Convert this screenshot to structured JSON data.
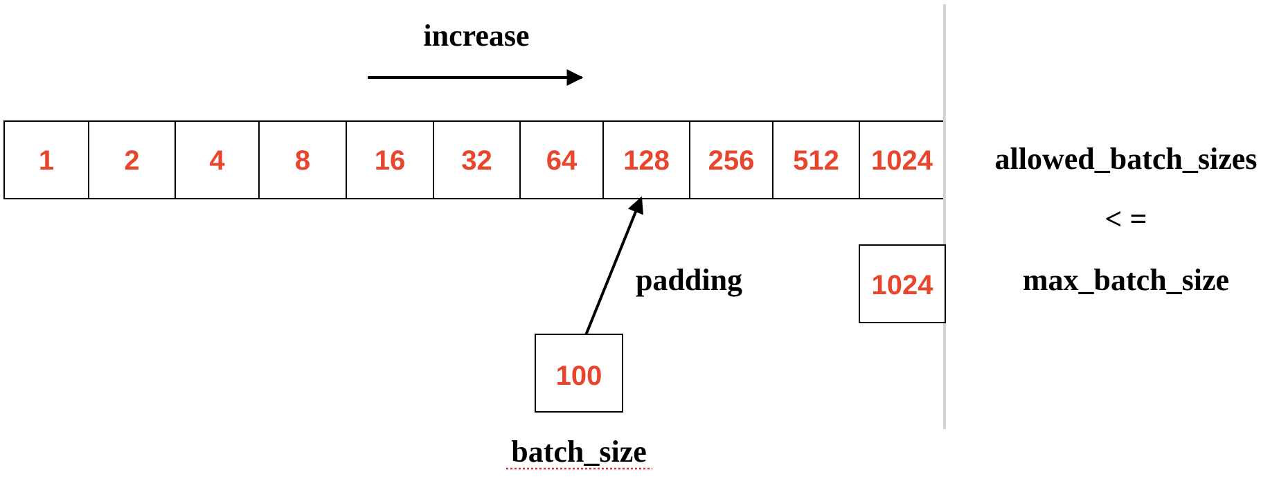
{
  "increase_label": "increase",
  "allowed_batch_sizes": {
    "values": [
      "1",
      "2",
      "4",
      "8",
      "16",
      "32",
      "64",
      "128",
      "256",
      "512",
      "1024"
    ]
  },
  "batch_size": {
    "value": "100",
    "label": "batch_size",
    "padded_to_index": 7
  },
  "padding_label": "padding",
  "max_batch": {
    "value": "1024"
  },
  "constraint": {
    "lhs": "allowed_batch_sizes",
    "operator": "< =",
    "rhs": "max_batch_size"
  },
  "colors": {
    "value_text": "#e8452c",
    "separator": "#d3d3d3",
    "label_text": "#000000",
    "spellcheck_underline": "#e03030"
  }
}
